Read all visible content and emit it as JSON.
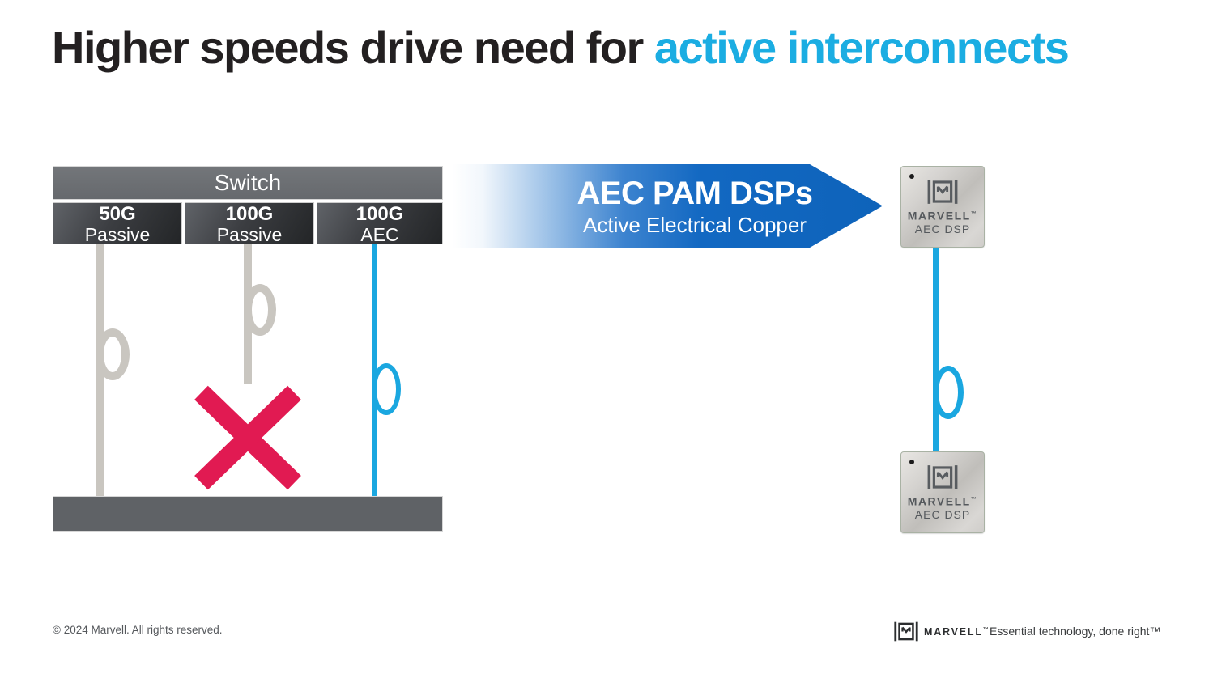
{
  "title": {
    "part1": "Higher speeds drive need for ",
    "part2": "active interconnects"
  },
  "diagram": {
    "switch_label": "Switch",
    "ports": [
      {
        "speed": "50G",
        "type": "Passive"
      },
      {
        "speed": "100G",
        "type": "Passive"
      },
      {
        "speed": "100G",
        "type": "AEC"
      }
    ]
  },
  "arrow": {
    "title": "AEC PAM DSPs",
    "subtitle": "Active Electrical Copper"
  },
  "chips": [
    {
      "brand": "MARVELL",
      "tm": "™",
      "label": "AEC DSP"
    },
    {
      "brand": "MARVELL",
      "tm": "™",
      "label": "AEC DSP"
    }
  ],
  "footer": {
    "copyright": "© 2024 Marvell. All rights reserved.",
    "brand": "MARVELL",
    "brand_tm": "™",
    "tagline": "Essential technology, done right™"
  },
  "colors": {
    "title_black": "#232021",
    "accent_cyan": "#1bade2",
    "arrow_blue": "#1268c2",
    "aec_cable_blue": "#1aa7e0",
    "passive_cable_gray": "#c9c6c0",
    "fail_x_pink": "#e11a52",
    "switch_header_gray": "#6a6d71",
    "port_box_dark": "#2b2d30",
    "shelf_gray": "#5f6266",
    "chip_silver": "#cfcdca"
  }
}
